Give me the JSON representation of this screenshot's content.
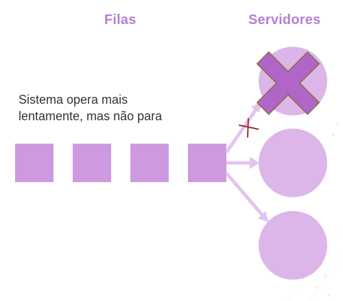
{
  "headers": {
    "queues": "Filas",
    "servers": "Servidores"
  },
  "caption": {
    "line1": "Sistema opera mais",
    "line2": "lentamente, mas não para"
  },
  "colors": {
    "header": "#b67fd6",
    "queue_item": "#ce99df",
    "server_ok": "#dcb6e8",
    "server_failed_mark": "#b066c9",
    "mark_outline": "#8a6a3a",
    "broken_link_x": "#9b2f2f",
    "arrow": "#e3c4ee",
    "caption_text": "#333333"
  },
  "queue": {
    "item_count": 4,
    "items": [
      "queue-item-1",
      "queue-item-2",
      "queue-item-3",
      "queue-item-4"
    ]
  },
  "servers": [
    {
      "id": "server-1",
      "status": "failed",
      "icon": "x-icon"
    },
    {
      "id": "server-2",
      "status": "ok"
    },
    {
      "id": "server-3",
      "status": "ok"
    }
  ],
  "links": [
    {
      "to": "server-1",
      "status": "broken",
      "icon": "x-icon"
    },
    {
      "to": "server-2",
      "status": "active"
    },
    {
      "to": "server-3",
      "status": "active"
    }
  ]
}
